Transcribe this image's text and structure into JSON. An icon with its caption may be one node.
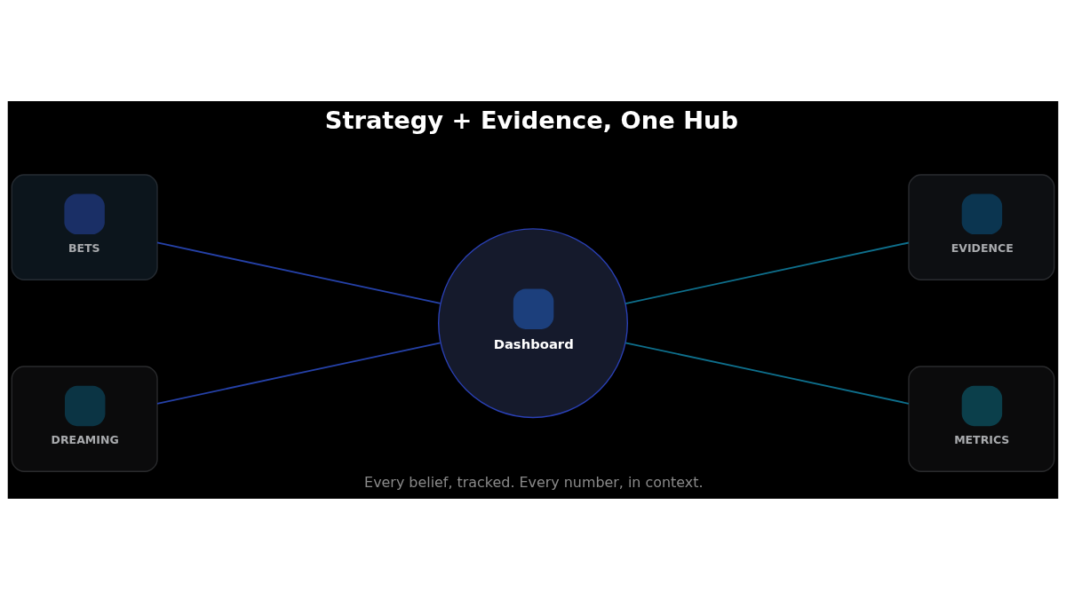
{
  "diagram": {
    "title": "Strategy + Evidence, One Hub",
    "caption": "Every belief, tracked. Every number, in context.",
    "nodes": [
      {
        "text": [
          "BETS"
        ]
      },
      {
        "text": [
          "EVIDENCE"
        ]
      },
      {
        "text": [
          "Dashboard"
        ]
      },
      {
        "text": [
          "DREAMING"
        ]
      },
      {
        "text": [
          "METRICS"
        ]
      }
    ],
    "edges": [
      {
        "from": 0,
        "to": 2,
        "arrow": "none",
        "color": "#2541a8"
      },
      {
        "from": 2,
        "to": 1,
        "arrow": "none",
        "color": "#0e6f8c"
      },
      {
        "from": 3,
        "to": 2,
        "arrow": "none",
        "color": "#2541a8"
      },
      {
        "from": 2,
        "to": 4,
        "arrow": "none",
        "color": "#0e6f8c"
      }
    ]
  }
}
